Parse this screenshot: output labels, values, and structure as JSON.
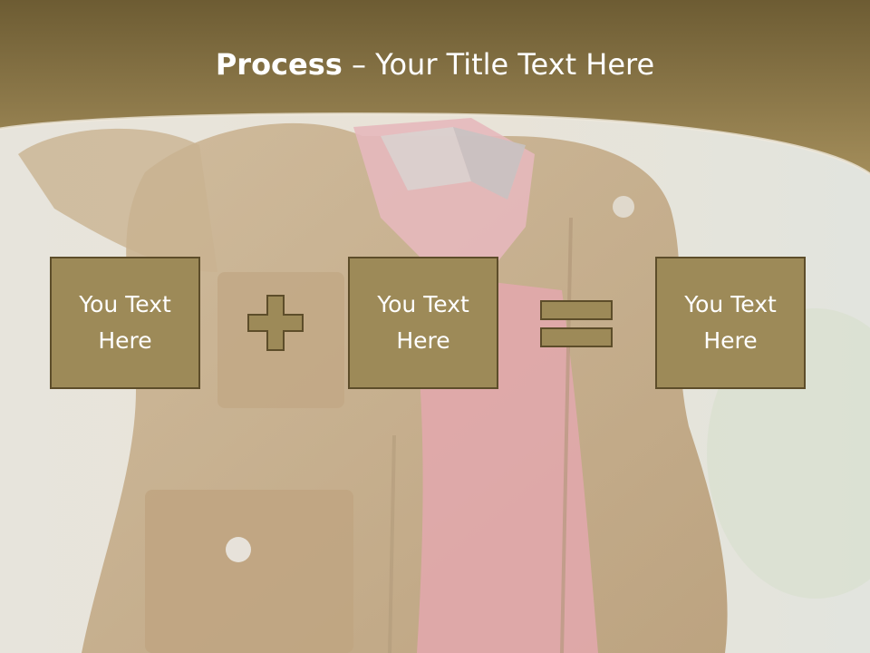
{
  "title": {
    "bold": "Process",
    "rest": " – Your Title Text Here"
  },
  "boxes": [
    {
      "text": "You Text Here"
    },
    {
      "text": "You Text Here"
    },
    {
      "text": "You Text Here"
    }
  ],
  "icons": {
    "plus": "plus-icon",
    "equals": "equals-icon"
  },
  "colors": {
    "header": "#8a7446",
    "box_fill": "#9d8a58",
    "box_border": "#5d4d2a",
    "text": "#ffffff"
  }
}
